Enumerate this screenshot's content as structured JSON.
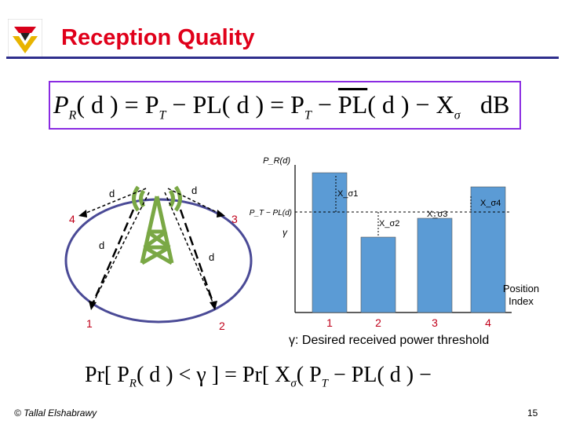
{
  "title": "Reception Quality",
  "formula_main": {
    "parts": [
      "P",
      "R",
      "( d ) = P",
      "T",
      " − PL( d ) = P",
      "T",
      " − ",
      "PL",
      "( d ) − X",
      "σ"
    ],
    "unit": "dB"
  },
  "tower_diagram": {
    "distance_label": "d",
    "position_labels": [
      "1",
      "2",
      "3",
      "4"
    ]
  },
  "chart_data": {
    "type": "bar",
    "categories": [
      "1",
      "2",
      "3",
      "4"
    ],
    "y_axis_label": "P_R(d)",
    "mean_level_label": "P_T − PL(d)",
    "threshold_label": "γ",
    "x_axis_caption": [
      "Position",
      "Index"
    ],
    "deviation_labels": [
      "X_σ1",
      "X_σ2",
      "X_σ3",
      "X_σ4"
    ],
    "bar_fill": "#5b9bd5",
    "threshold_caption": "γ: Desired received power threshold"
  },
  "formula_prob": {
    "left": "Pr[ P",
    "left_sub": "R",
    "left_rest": "( d ) < ",
    "eq": " = Pr[ X",
    "sigma": "σ",
    "right": "( P",
    "t_sub": "T",
    "right_rest": " − PL( d ) − "
  },
  "footer": {
    "credit": "© Tallal Elshabrawy",
    "page": "15"
  },
  "colors": {
    "title": "#e0001a",
    "rule": "#2e2e8c",
    "formula_border": "#8a2be2",
    "tower": "#7aa845",
    "ellipse": "#4a4a96",
    "bar": "#5b9bd5"
  }
}
